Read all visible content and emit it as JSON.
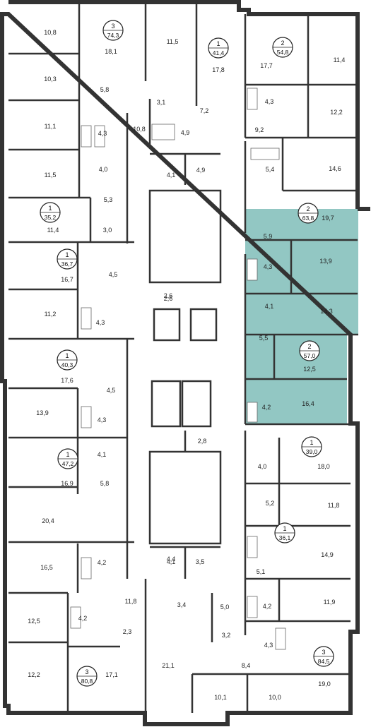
{
  "colors": {
    "highlight": "#7fbdb9",
    "wall": "#333333",
    "background": "#ffffff"
  },
  "apartments": [
    {
      "rooms": "3",
      "area": "74,3"
    },
    {
      "rooms": "1",
      "area": "41,4"
    },
    {
      "rooms": "2",
      "area": "54,8"
    },
    {
      "rooms": "1",
      "area": "35,2"
    },
    {
      "rooms": "2",
      "area": "63,8"
    },
    {
      "rooms": "1",
      "area": "36,7"
    },
    {
      "rooms": "1",
      "area": "40,3"
    },
    {
      "rooms": "2",
      "area": "57,0"
    },
    {
      "rooms": "1",
      "area": "47,2"
    },
    {
      "rooms": "1",
      "area": "39,0"
    },
    {
      "rooms": "1",
      "area": "36,1"
    },
    {
      "rooms": "3",
      "area": "80,8"
    },
    {
      "rooms": "3",
      "area": "84,5"
    }
  ],
  "rooms": [
    "10,8",
    "18,1",
    "11,5",
    "17,8",
    "17,7",
    "11,4",
    "10,3",
    "5,8",
    "3,1",
    "4,3",
    "12,2",
    "11,1",
    "4,3",
    "10,8",
    "7,2",
    "4,9",
    "9,2",
    "4,0",
    "5,4",
    "14,6",
    "11,5",
    "4,1",
    "4,9",
    "5,3",
    "19,7",
    "11,4",
    "3,0",
    "5,9",
    "16,7",
    "13,9",
    "4,5",
    "4,3",
    "2,6",
    "2,6",
    "11,2",
    "4,3",
    "4,1",
    "14,3",
    "5,5",
    "12,5",
    "17,6",
    "4,5",
    "16,4",
    "13,9",
    "4,3",
    "4,2",
    "4,1",
    "2,8",
    "16,9",
    "5,8",
    "18,0",
    "4,0",
    "20,4",
    "5,2",
    "11,8",
    "16,5",
    "4,2",
    "4,4",
    "4,1",
    "3,5",
    "14,9",
    "11,8",
    "5,1",
    "3,4",
    "5,0",
    "12,5",
    "4,2",
    "4,2",
    "11,9",
    "2,3",
    "3,2",
    "4,3",
    "12,2",
    "17,1",
    "21,1",
    "8,4",
    "19,0",
    "10,1",
    "10,0"
  ]
}
